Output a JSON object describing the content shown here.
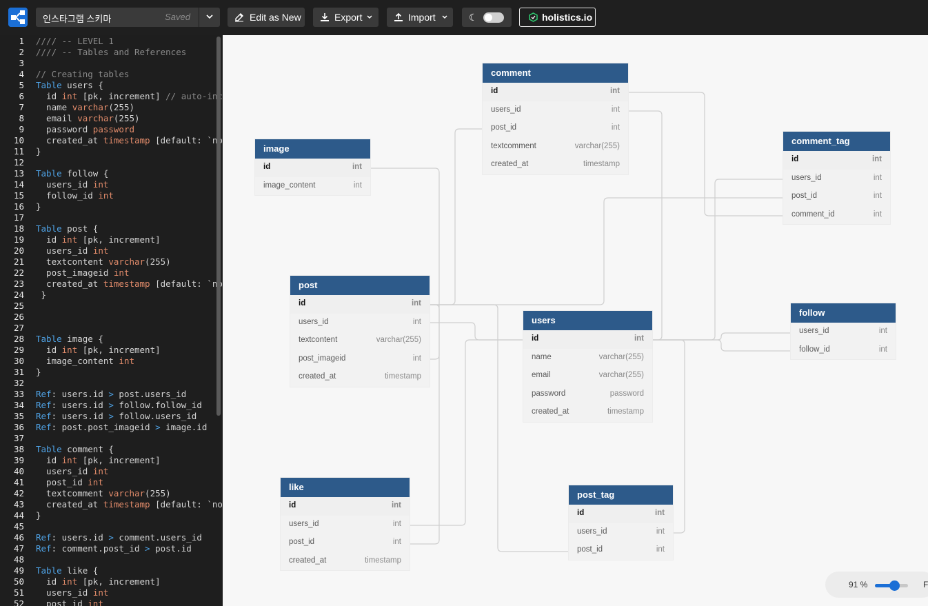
{
  "app": {
    "title": "인스타그램 스키마",
    "saved": "Saved"
  },
  "toolbar": {
    "edit_as_new": "Edit as New",
    "export": "Export",
    "import": "Import",
    "brand": "holistics.io",
    "dark_mode": false
  },
  "editor": {
    "lines": [
      {
        "n": "1",
        "segs": [
          [
            "c-cm",
            "//// -- LEVEL 1"
          ]
        ]
      },
      {
        "n": "2",
        "segs": [
          [
            "c-cm",
            "//// -- Tables and References"
          ]
        ]
      },
      {
        "n": "3",
        "segs": []
      },
      {
        "n": "4",
        "segs": [
          [
            "c-cm",
            "// Creating tables"
          ]
        ]
      },
      {
        "n": "5",
        "segs": [
          [
            "c-kw",
            "Table"
          ],
          [
            "c-tx",
            " users {"
          ]
        ]
      },
      {
        "n": "6",
        "segs": [
          [
            "c-tx",
            "  id "
          ],
          [
            "c-ty",
            "int"
          ],
          [
            "c-tx",
            " [pk, increment] "
          ],
          [
            "c-cm",
            "// auto-incr"
          ]
        ]
      },
      {
        "n": "7",
        "segs": [
          [
            "c-tx",
            "  name "
          ],
          [
            "c-ty",
            "varchar"
          ],
          [
            "c-tx",
            "(255)"
          ]
        ]
      },
      {
        "n": "8",
        "segs": [
          [
            "c-tx",
            "  email "
          ],
          [
            "c-ty",
            "varchar"
          ],
          [
            "c-tx",
            "(255)"
          ]
        ]
      },
      {
        "n": "9",
        "segs": [
          [
            "c-tx",
            "  password "
          ],
          [
            "c-ty",
            "password"
          ]
        ]
      },
      {
        "n": "10",
        "segs": [
          [
            "c-tx",
            "  created_at "
          ],
          [
            "c-ty",
            "timestamp"
          ],
          [
            "c-tx",
            " [default: `no"
          ]
        ]
      },
      {
        "n": "11",
        "segs": [
          [
            "c-tx",
            "}"
          ]
        ]
      },
      {
        "n": "12",
        "segs": []
      },
      {
        "n": "13",
        "segs": [
          [
            "c-kw",
            "Table"
          ],
          [
            "c-tx",
            " follow {"
          ]
        ]
      },
      {
        "n": "14",
        "segs": [
          [
            "c-tx",
            "  users_id "
          ],
          [
            "c-ty",
            "int"
          ]
        ]
      },
      {
        "n": "15",
        "segs": [
          [
            "c-tx",
            "  follow_id "
          ],
          [
            "c-ty",
            "int"
          ]
        ]
      },
      {
        "n": "16",
        "segs": [
          [
            "c-tx",
            "}"
          ]
        ]
      },
      {
        "n": "17",
        "segs": []
      },
      {
        "n": "18",
        "segs": [
          [
            "c-kw",
            "Table"
          ],
          [
            "c-tx",
            " post {"
          ]
        ]
      },
      {
        "n": "19",
        "segs": [
          [
            "c-tx",
            "  id "
          ],
          [
            "c-ty",
            "int"
          ],
          [
            "c-tx",
            " [pk, increment]"
          ]
        ]
      },
      {
        "n": "20",
        "segs": [
          [
            "c-tx",
            "  users_id "
          ],
          [
            "c-ty",
            "int"
          ]
        ]
      },
      {
        "n": "21",
        "segs": [
          [
            "c-tx",
            "  textcontent "
          ],
          [
            "c-ty",
            "varchar"
          ],
          [
            "c-tx",
            "(255)"
          ]
        ]
      },
      {
        "n": "22",
        "segs": [
          [
            "c-tx",
            "  post_imageid "
          ],
          [
            "c-ty",
            "int"
          ]
        ]
      },
      {
        "n": "23",
        "segs": [
          [
            "c-tx",
            "  created_at "
          ],
          [
            "c-ty",
            "timestamp"
          ],
          [
            "c-tx",
            " [default: `no"
          ]
        ]
      },
      {
        "n": "24",
        "segs": [
          [
            "c-tx",
            " }"
          ]
        ]
      },
      {
        "n": "25",
        "segs": []
      },
      {
        "n": "26",
        "segs": []
      },
      {
        "n": "27",
        "segs": []
      },
      {
        "n": "28",
        "segs": [
          [
            "c-kw",
            "Table"
          ],
          [
            "c-tx",
            " image {"
          ]
        ]
      },
      {
        "n": "29",
        "segs": [
          [
            "c-tx",
            "  id "
          ],
          [
            "c-ty",
            "int"
          ],
          [
            "c-tx",
            " [pk, increment]"
          ]
        ]
      },
      {
        "n": "30",
        "segs": [
          [
            "c-tx",
            "  image_content "
          ],
          [
            "c-ty",
            "int"
          ]
        ]
      },
      {
        "n": "31",
        "segs": [
          [
            "c-tx",
            "}"
          ]
        ]
      },
      {
        "n": "32",
        "segs": []
      },
      {
        "n": "33",
        "segs": [
          [
            "c-kw",
            "Ref"
          ],
          [
            "c-tx",
            ": users.id "
          ],
          [
            "c-kw",
            ">"
          ],
          [
            "c-tx",
            " post.users_id"
          ]
        ]
      },
      {
        "n": "34",
        "segs": [
          [
            "c-kw",
            "Ref"
          ],
          [
            "c-tx",
            ": users.id "
          ],
          [
            "c-kw",
            ">"
          ],
          [
            "c-tx",
            " follow.follow_id"
          ]
        ]
      },
      {
        "n": "35",
        "segs": [
          [
            "c-kw",
            "Ref"
          ],
          [
            "c-tx",
            ": users.id "
          ],
          [
            "c-kw",
            ">"
          ],
          [
            "c-tx",
            " follow.users_id"
          ]
        ]
      },
      {
        "n": "36",
        "segs": [
          [
            "c-kw",
            "Ref"
          ],
          [
            "c-tx",
            ": post.post_imageid "
          ],
          [
            "c-kw",
            ">"
          ],
          [
            "c-tx",
            " image.id"
          ]
        ]
      },
      {
        "n": "37",
        "segs": []
      },
      {
        "n": "38",
        "segs": [
          [
            "c-kw",
            "Table"
          ],
          [
            "c-tx",
            " comment {"
          ]
        ]
      },
      {
        "n": "39",
        "segs": [
          [
            "c-tx",
            "  id "
          ],
          [
            "c-ty",
            "int"
          ],
          [
            "c-tx",
            " [pk, increment]"
          ]
        ]
      },
      {
        "n": "40",
        "segs": [
          [
            "c-tx",
            "  users_id "
          ],
          [
            "c-ty",
            "int"
          ]
        ]
      },
      {
        "n": "41",
        "segs": [
          [
            "c-tx",
            "  post_id "
          ],
          [
            "c-ty",
            "int"
          ]
        ]
      },
      {
        "n": "42",
        "segs": [
          [
            "c-tx",
            "  textcomment "
          ],
          [
            "c-ty",
            "varchar"
          ],
          [
            "c-tx",
            "(255)"
          ]
        ]
      },
      {
        "n": "43",
        "segs": [
          [
            "c-tx",
            "  created_at "
          ],
          [
            "c-ty",
            "timestamp"
          ],
          [
            "c-tx",
            " [default: `no"
          ]
        ]
      },
      {
        "n": "44",
        "segs": [
          [
            "c-tx",
            "}"
          ]
        ]
      },
      {
        "n": "45",
        "segs": []
      },
      {
        "n": "46",
        "segs": [
          [
            "c-kw",
            "Ref"
          ],
          [
            "c-tx",
            ": users.id "
          ],
          [
            "c-kw",
            ">"
          ],
          [
            "c-tx",
            " comment.users_id"
          ]
        ]
      },
      {
        "n": "47",
        "segs": [
          [
            "c-kw",
            "Ref"
          ],
          [
            "c-tx",
            ": comment.post_id "
          ],
          [
            "c-kw",
            ">"
          ],
          [
            "c-tx",
            " post.id"
          ]
        ]
      },
      {
        "n": "48",
        "segs": []
      },
      {
        "n": "49",
        "segs": [
          [
            "c-kw",
            "Table"
          ],
          [
            "c-tx",
            " like {"
          ]
        ]
      },
      {
        "n": "50",
        "segs": [
          [
            "c-tx",
            "  id "
          ],
          [
            "c-ty",
            "int"
          ],
          [
            "c-tx",
            " [pk, increment]"
          ]
        ]
      },
      {
        "n": "51",
        "segs": [
          [
            "c-tx",
            "  users_id "
          ],
          [
            "c-ty",
            "int"
          ]
        ]
      },
      {
        "n": "52",
        "segs": [
          [
            "c-tx",
            "  post_id "
          ],
          [
            "c-ty",
            "int"
          ]
        ]
      }
    ]
  },
  "tables": {
    "comment": {
      "name": "comment",
      "fields": [
        {
          "name": "id",
          "type": "int",
          "pk": true
        },
        {
          "name": "users_id",
          "type": "int"
        },
        {
          "name": "post_id",
          "type": "int"
        },
        {
          "name": "textcomment",
          "type": "varchar(255)"
        },
        {
          "name": "created_at",
          "type": "timestamp"
        }
      ]
    },
    "image": {
      "name": "image",
      "fields": [
        {
          "name": "id",
          "type": "int",
          "pk": true
        },
        {
          "name": "image_content",
          "type": "int"
        }
      ]
    },
    "comment_tag": {
      "name": "comment_tag",
      "fields": [
        {
          "name": "id",
          "type": "int",
          "pk": true
        },
        {
          "name": "users_id",
          "type": "int"
        },
        {
          "name": "post_id",
          "type": "int"
        },
        {
          "name": "comment_id",
          "type": "int"
        }
      ]
    },
    "post": {
      "name": "post",
      "fields": [
        {
          "name": "id",
          "type": "int",
          "pk": true
        },
        {
          "name": "users_id",
          "type": "int"
        },
        {
          "name": "textcontent",
          "type": "varchar(255)"
        },
        {
          "name": "post_imageid",
          "type": "int"
        },
        {
          "name": "created_at",
          "type": "timestamp"
        }
      ]
    },
    "users": {
      "name": "users",
      "fields": [
        {
          "name": "id",
          "type": "int",
          "pk": true
        },
        {
          "name": "name",
          "type": "varchar(255)"
        },
        {
          "name": "email",
          "type": "varchar(255)"
        },
        {
          "name": "password",
          "type": "password"
        },
        {
          "name": "created_at",
          "type": "timestamp"
        }
      ]
    },
    "follow": {
      "name": "follow",
      "fields": [
        {
          "name": "users_id",
          "type": "int"
        },
        {
          "name": "follow_id",
          "type": "int"
        }
      ]
    },
    "like": {
      "name": "like",
      "fields": [
        {
          "name": "id",
          "type": "int",
          "pk": true
        },
        {
          "name": "users_id",
          "type": "int"
        },
        {
          "name": "post_id",
          "type": "int"
        },
        {
          "name": "created_at",
          "type": "timestamp"
        }
      ]
    },
    "post_tag": {
      "name": "post_tag",
      "fields": [
        {
          "name": "id",
          "type": "int",
          "pk": true
        },
        {
          "name": "users_id",
          "type": "int"
        },
        {
          "name": "post_id",
          "type": "int"
        }
      ]
    }
  },
  "zoom": {
    "label": "91 %",
    "fit_label": "F",
    "value": 0.91
  },
  "colors": {
    "accent": "#1b6fd6",
    "table_header": "#2d5a8a",
    "topbar": "#1f1f1f",
    "editor_bg": "#1e1e1e"
  }
}
